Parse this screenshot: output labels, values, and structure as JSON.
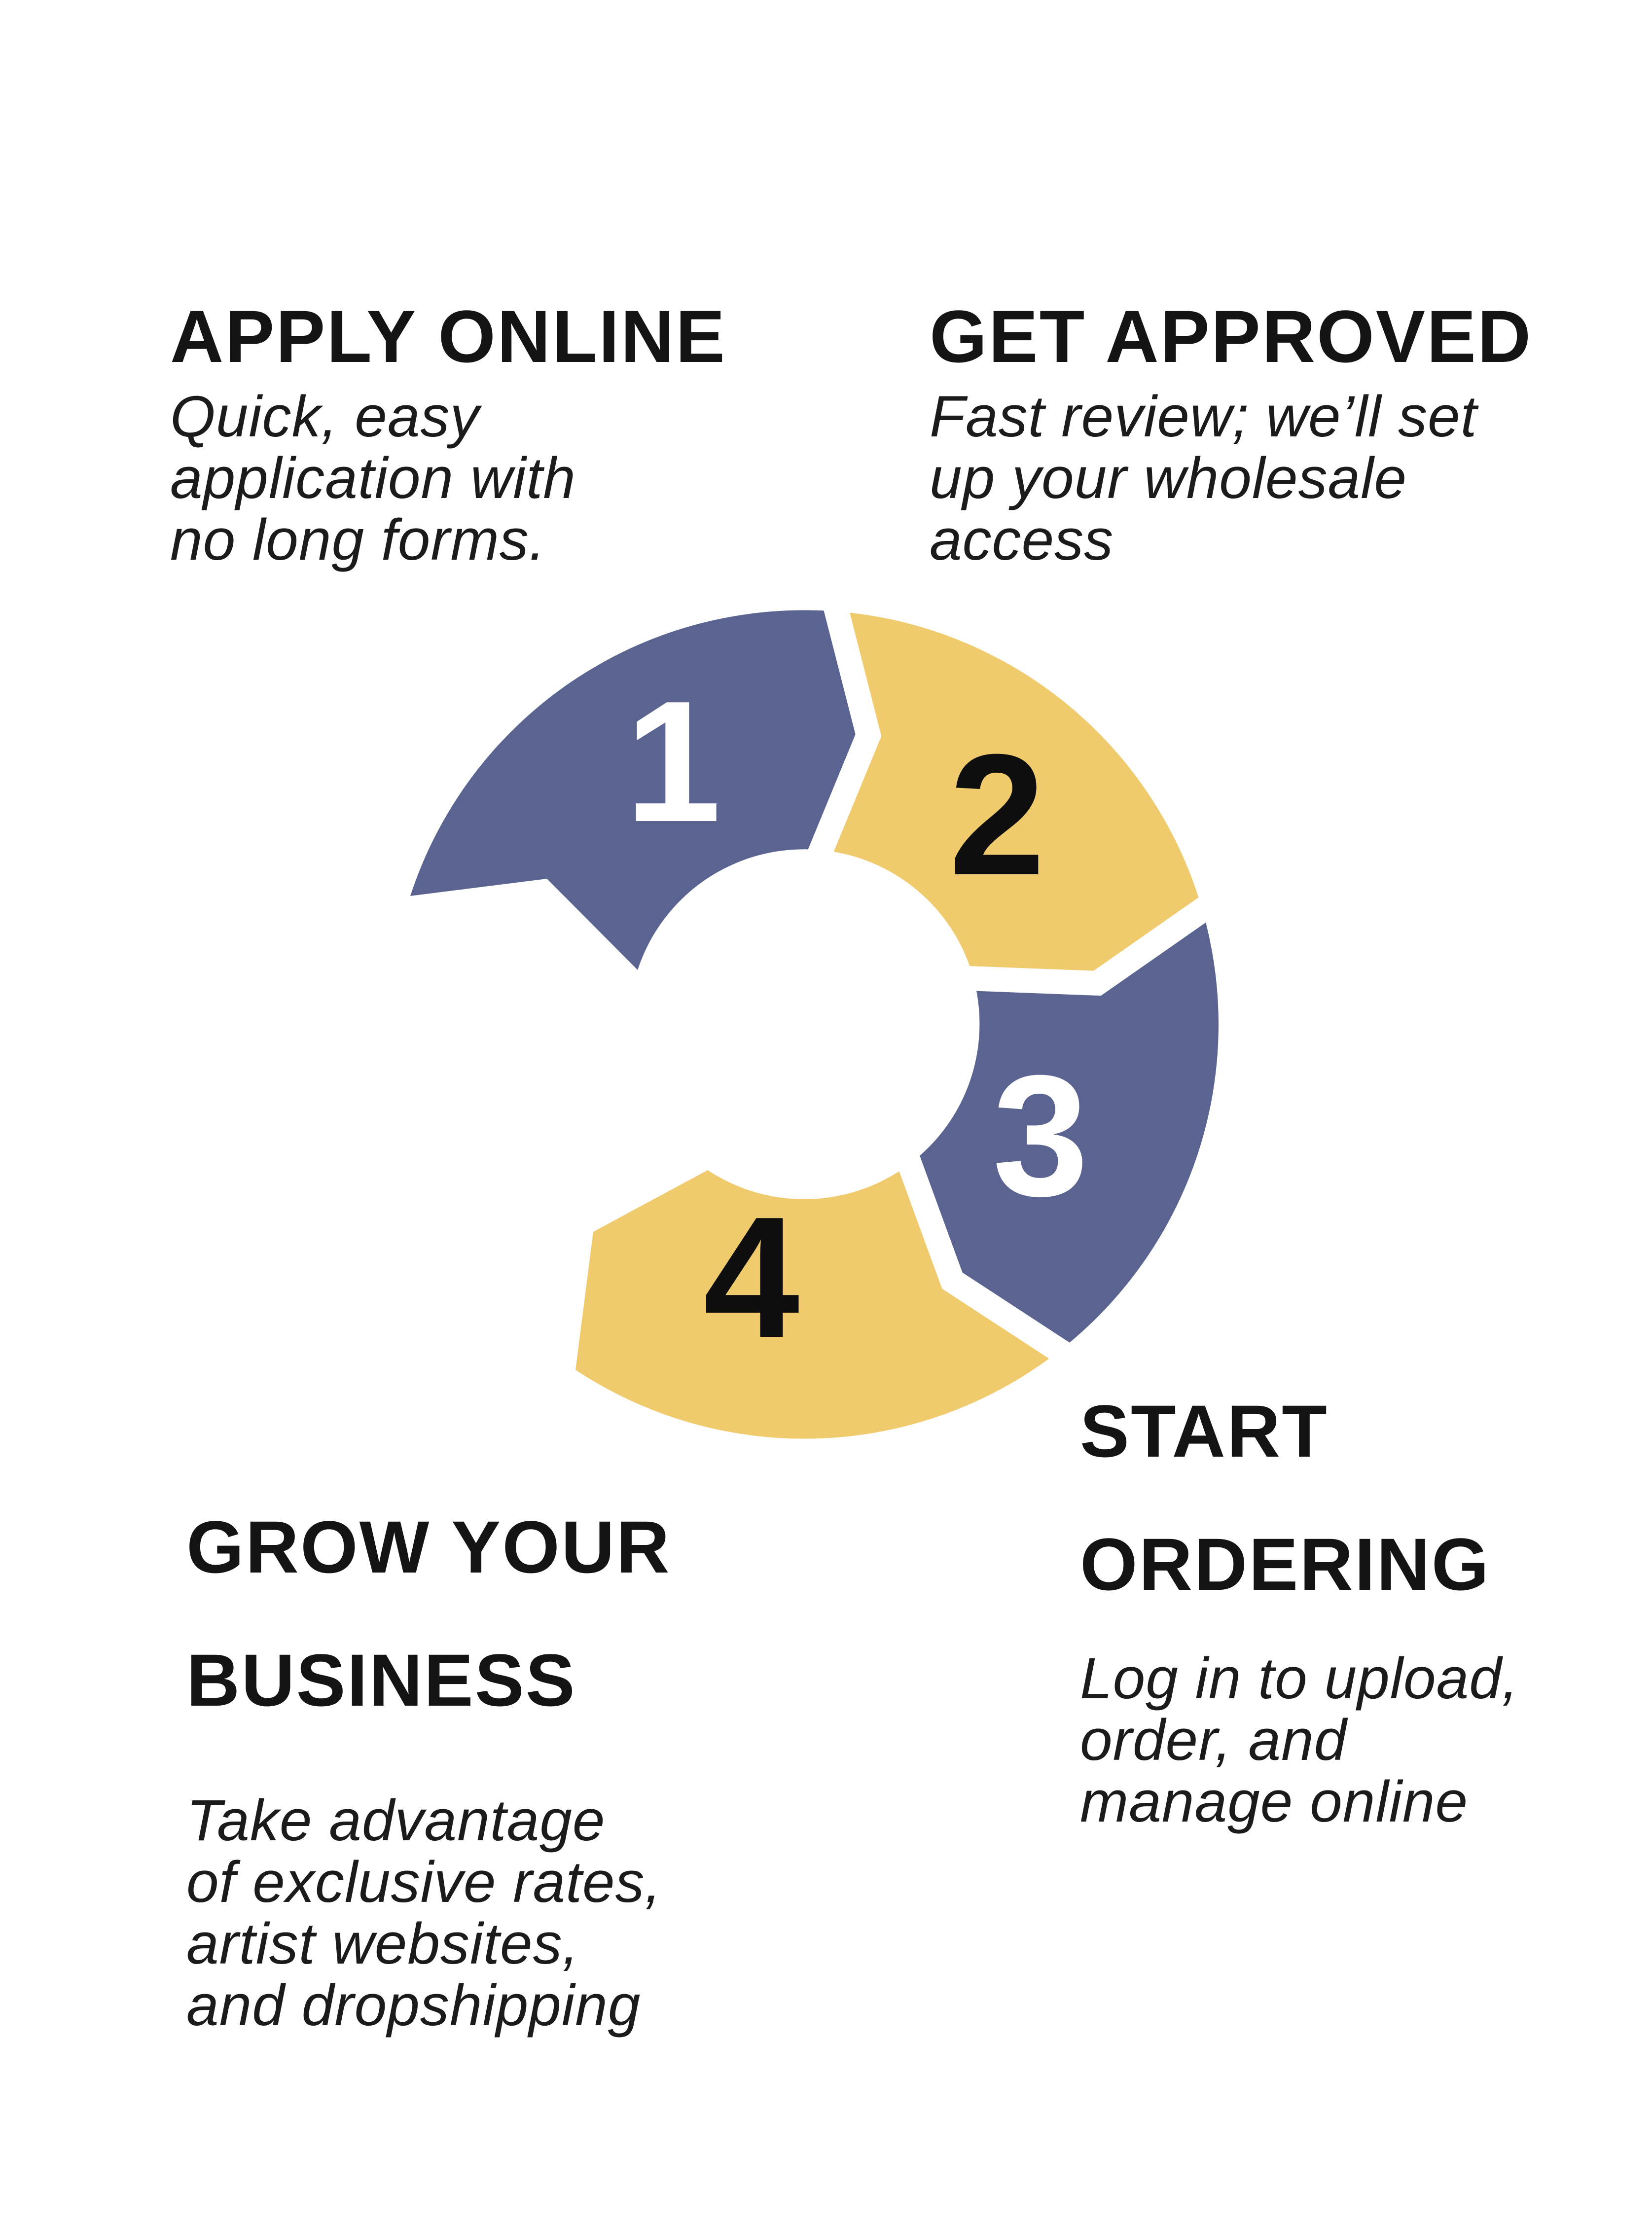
{
  "page": {
    "background": "#ffffff",
    "type": "four-step cycle infographic",
    "flow_direction": "clockwise"
  },
  "diagram": {
    "colors": {
      "blue_segment": "#5B6490",
      "yellow_segment": "#F0CB6D",
      "gap_white": "#ffffff"
    }
  },
  "steps": [
    {
      "number": "1",
      "title": "APPLY ONLINE",
      "description": "Quick, easy\napplication with\nno long forms.",
      "segment_color": "#5B6490",
      "number_color": "#ffffff"
    },
    {
      "number": "2",
      "title": "GET APPROVED",
      "description": "Fast review; we’ll set\nup your wholesale\naccess",
      "segment_color": "#F0CB6D",
      "number_color": "#0e0e0e"
    },
    {
      "number": "3",
      "title": "START\nORDERING",
      "description": "Log in to upload,\norder, and\nmanage online",
      "segment_color": "#5B6490",
      "number_color": "#ffffff"
    },
    {
      "number": "4",
      "title": "GROW YOUR\nBUSINESS",
      "description": "Take advantage\nof exclusive rates,\nartist websites,\nand dropshipping",
      "segment_color": "#F0CB6D",
      "number_color": "#0e0e0e"
    }
  ]
}
